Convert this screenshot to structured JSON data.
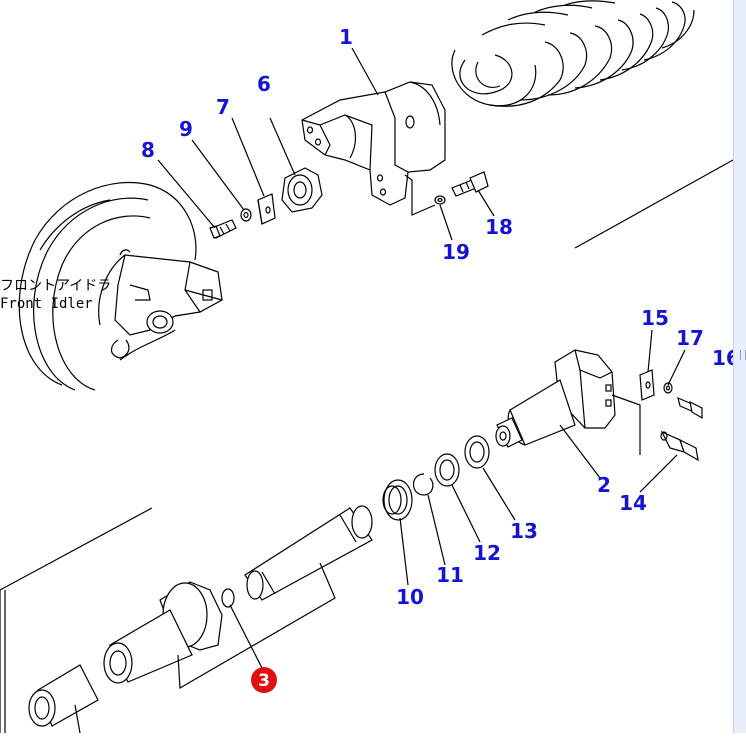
{
  "caption": {
    "japanese": "フロントアイドラ",
    "english": "Front Idler"
  },
  "parts": [
    {
      "id": "p1",
      "label": "1"
    },
    {
      "id": "p2",
      "label": "2"
    },
    {
      "id": "p6",
      "label": "6"
    },
    {
      "id": "p7",
      "label": "7"
    },
    {
      "id": "p8",
      "label": "8"
    },
    {
      "id": "p9",
      "label": "9"
    },
    {
      "id": "p10",
      "label": "10"
    },
    {
      "id": "p11",
      "label": "11"
    },
    {
      "id": "p12",
      "label": "12"
    },
    {
      "id": "p13",
      "label": "13"
    },
    {
      "id": "p14",
      "label": "14"
    },
    {
      "id": "p15",
      "label": "15"
    },
    {
      "id": "p16",
      "label": "16"
    },
    {
      "id": "p17",
      "label": "17"
    },
    {
      "id": "p18",
      "label": "18"
    },
    {
      "id": "p19",
      "label": "19"
    }
  ],
  "highlight": {
    "label": "3",
    "color": "#e01010"
  },
  "colors": {
    "label": "#1414d2",
    "line": "#000000",
    "background": "#ffffff"
  }
}
